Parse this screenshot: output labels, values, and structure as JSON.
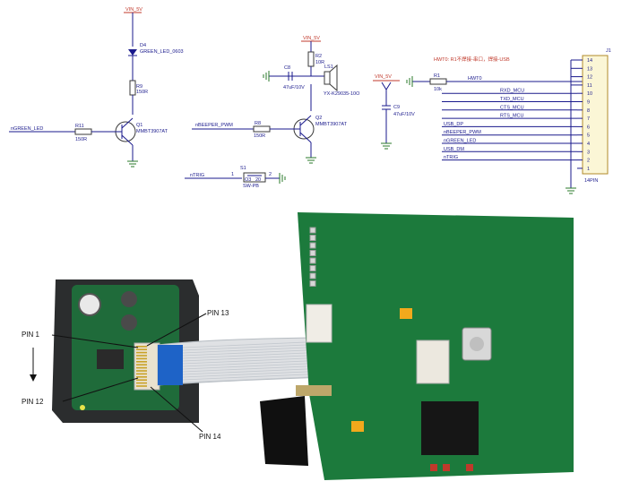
{
  "schematic": {
    "left": {
      "vin": "VIN_5V",
      "led_ref": "D4",
      "led_name": "GREEN_LED_0603",
      "res_ref": "R9",
      "res_val": "150R",
      "in_res_ref": "R11",
      "in_res_val": "150R",
      "net": "nGREEN_LED",
      "q_ref": "Q1",
      "q_part": "MMBT3907AT"
    },
    "mid": {
      "vin": "VIN_5V",
      "cap_ref": "C8",
      "cap_val": "47uF/10V",
      "res_ref": "R2",
      "res_val": "10R",
      "spk_ref": "LS1",
      "spk_part": "YX-K29035-10O",
      "in_res_ref": "R8",
      "in_res_val": "150R",
      "net": "nBEEPER_PWM",
      "q_ref": "Q2",
      "q_part": "MMBT3907AT",
      "trig_net": "nTRIG",
      "sw_ref": "S1",
      "sw_part": "SW-PB",
      "sw_pin1": "1",
      "sw_pin2": "2",
      "sw_p3": "O3",
      "sw_p4": "20"
    },
    "right": {
      "title": "HWT0: R1不焊接-串口，焊接-USB",
      "vin": "VIN_5V",
      "res_ref": "R1",
      "res_val": "10k",
      "hwt": "HWT0",
      "cap_ref": "C9",
      "cap_val": "47uF/10V",
      "conn_ref": "J1",
      "conn_name": "14PIN",
      "nets": [
        "",
        "",
        "",
        "",
        "RXD_MCU",
        "TXD_MCU",
        "CTS_MCU",
        "RTS_MCU",
        "USB_DP",
        "nBEEPER_PWM",
        "nGREEN_LED",
        "USB_DM",
        "nTRIG",
        ""
      ],
      "pins": [
        "14",
        "13",
        "12",
        "11",
        "10",
        "9",
        "8",
        "7",
        "6",
        "5",
        "4",
        "3",
        "2",
        "1"
      ]
    }
  },
  "photo": {
    "pin1": "PIN 1",
    "pin12": "PIN 12",
    "pin13": "PIN 13",
    "pin14": "PIN 14"
  }
}
